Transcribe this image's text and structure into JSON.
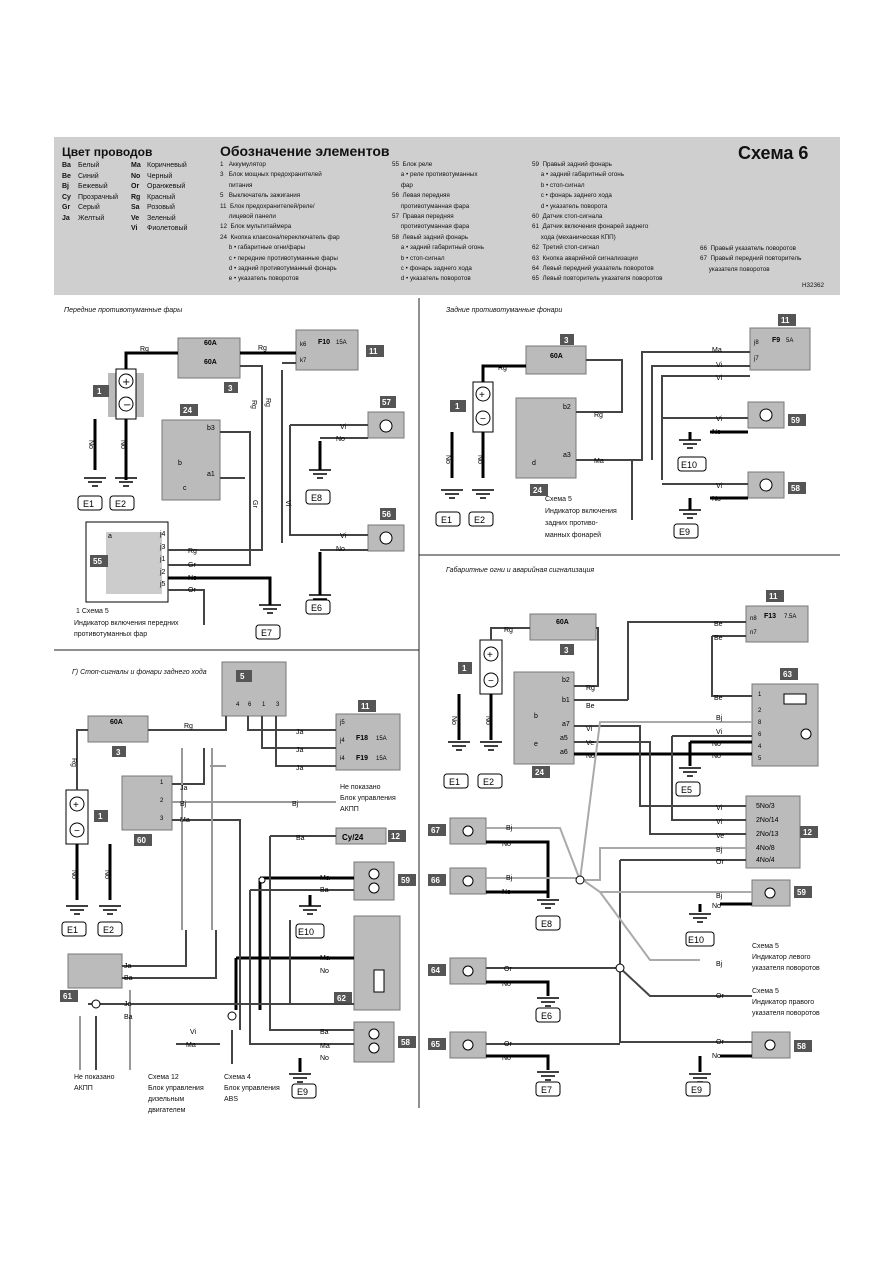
{
  "header": {
    "wire_colors_title": "Цвет проводов",
    "colors_col1": [
      [
        "Ba",
        "Белый"
      ],
      [
        "Be",
        "Синий"
      ],
      [
        "Bj",
        "Бежевый"
      ],
      [
        "Cy",
        "Прозрачный"
      ],
      [
        "Gr",
        "Серый"
      ],
      [
        "Ja",
        "Желтый"
      ]
    ],
    "colors_col2": [
      [
        "Ma",
        "Коричневый"
      ],
      [
        "No",
        "Черный"
      ],
      [
        "Or",
        "Оранжевый"
      ],
      [
        "Rg",
        "Красный"
      ],
      [
        "Sa",
        "Розовый"
      ],
      [
        "Ve",
        "Зеленый"
      ],
      [
        "Vi",
        "Фиолетовый"
      ]
    ],
    "elements_title": "Обозначение элементов",
    "scheme_title": "Схема 6",
    "code": "H32362",
    "elements_col1": [
      "1   Аккумулятор",
      "3   Блок мощных предохранителей",
      "     питания",
      "5   Выключатель зажигания",
      "11  Блок предохранителей/реле/",
      "     лицевой панели",
      "12  Блок мультитаймера",
      "24  Кнопка клаксона/переключатель фар",
      "     b • габаритные огни/фары",
      "     c • передние противотуманные фары",
      "     d • задний противотуманный фонарь",
      "     e • указатель поворотов"
    ],
    "elements_col2": [
      "55  Блок реле",
      "     a • реле противотуманных",
      "     фар",
      "56  Левая передняя",
      "     противотуманная фара",
      "57  Правая передняя",
      "     противотуманная фара",
      "58  Левый задний фонарь",
      "     a • задний габаритный огонь",
      "     b • стоп-сигнал",
      "     c • фонарь заднего хода",
      "     d • указатель поворотов"
    ],
    "elements_col3": [
      "59  Правый задний фонарь",
      "     a • задний габаритный огонь",
      "     b • стоп-сигнал",
      "     c • фонарь заднего хода",
      "     d • указатель поворота",
      "60  Датчик стоп-сигнала",
      "61  Датчик включения фонарей заднего",
      "     хода (механическая КПП)",
      "62  Третий стоп-сигнал",
      "63  Кнопка аварийной сигнализации",
      "64  Левый передний указатель поворотов",
      "65  Левый повторитель указателя поворотов"
    ],
    "elements_col4": [
      "66  Правый указатель поворотов",
      "67  Правый передний повторитель",
      "     указателя поворотов"
    ]
  },
  "panels": {
    "p1_title": "Передние противотуманные фары",
    "p2_title": "Задние противотуманные фонари",
    "p3_title": "Г) Стоп-сигналы и фонари заднего хода",
    "p4_title": "Габаритные огни и аварийная сигнализация"
  },
  "labels": {
    "fuse60": "60A",
    "f10": "F10 15A",
    "k6": "k6",
    "k7": "k7",
    "f9": "F9 5A",
    "j8": "j8",
    "j7": "j7",
    "f18": "F18 15A",
    "f19": "F19 15A",
    "f13": "F13 7.5A",
    "n8": "n8",
    "n7": "n7",
    "j4": "j4",
    "j5": "j5",
    "i4": "i4",
    "cy24": "Cy/24",
    "note_p1": "1    Схема 5",
    "note_p1b": "Индикатор включения передних",
    "note_p1c": "противотуманных фар",
    "note_p2a": "Схема 5",
    "note_p2b": "Индикатор включения",
    "note_p2c": "задних противо-",
    "note_p2d": "манных фонарей",
    "not_shown": "Не показано",
    "akpp_block": "Блок управления",
    "akpp": "АКПП",
    "scheme12": "Схема 12",
    "scheme12b": "Блок управления",
    "scheme12c": "дизельным",
    "scheme12d": "двигателем",
    "scheme4": "Схема 4",
    "scheme4b": "Блок управления",
    "scheme4c": "ABS",
    "s5l": "Схема 5",
    "s5lb": "Индикатор левого",
    "s5lc": "указателя поворотов",
    "s5r": "Схема 5",
    "s5rb": "Индикатор правого",
    "s5rc": "указателя поворотов",
    "no3": "5No/3",
    "no14": "2No/14",
    "no13": "2No/13",
    "no8": "4No/8",
    "no4": "4No/4"
  }
}
